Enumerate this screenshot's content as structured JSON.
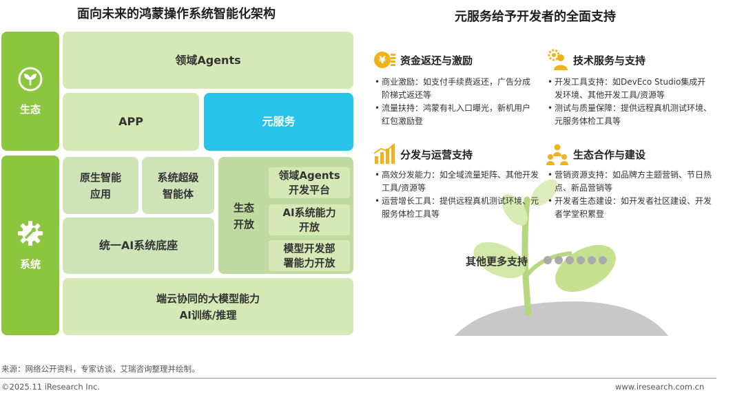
{
  "left": {
    "title": "面向未来的鸿蒙操作系统智能化架构",
    "ecology": {
      "side_label": "生态",
      "domain_agents": "领域Agents",
      "app": "APP",
      "meta_service": "元服务"
    },
    "system": {
      "side_label": "系统",
      "native_app": [
        "原生智能",
        "应用"
      ],
      "super_agent": [
        "系统超级",
        "智能体"
      ],
      "eco_open": [
        "生态",
        "开放"
      ],
      "open_items": [
        [
          "领域Agents",
          "开发平台"
        ],
        [
          "AI系统能力",
          "开放"
        ],
        [
          "模型开发部",
          "署能力开放"
        ]
      ],
      "ai_base": "统一AI系统底座",
      "large_model": [
        "端云协同的大模型能力",
        "AI训练/推理"
      ]
    }
  },
  "right": {
    "title": "元服务给予开发者的全面支持",
    "sections": [
      {
        "heading": "资金返还与激励",
        "icon": "yen-coins-icon",
        "items": [
          "商业激励：如支付手续费返还，广告分成阶梯式返还等",
          "流量扶持：鸿蒙有礼入口曝光，新机用户红包激励登"
        ]
      },
      {
        "heading": "技术服务与支持",
        "icon": "gear-person-icon",
        "items": [
          "开发工具支持：如DevEco Studio集成开发环境、其他开发工具/资源等",
          "测试与质量保障：提供远程真机测试环境、元服务体检工具等"
        ]
      },
      {
        "heading": "分发与运营支持",
        "icon": "bar-chart-icon",
        "items": [
          "高效分发能力：如全域流量矩阵、其他开发工具/资源等",
          "运营增长工具：提供远程真机测试环境、元服务体检工具等"
        ]
      },
      {
        "heading": "生态合作与建设",
        "icon": "team-icon",
        "items": [
          "营销资源支持：如品牌方主题营销、节日热点、新品营销等",
          "开发者生态建设：如开发者社区建设、开发者学堂积累登"
        ]
      }
    ],
    "more": "其他更多支持"
  },
  "footer": {
    "source": "来源：网络公开资料，专家访谈，艾瑞咨询整理并绘制。",
    "copyright": "©2025.11 iResearch Inc.",
    "website": "www.iresearch.com.cn"
  },
  "colors": {
    "green_dark": "#8cc63f",
    "green_light": "#d5e8b5",
    "blue": "#29c3ea",
    "gold": "#f0b31b"
  }
}
